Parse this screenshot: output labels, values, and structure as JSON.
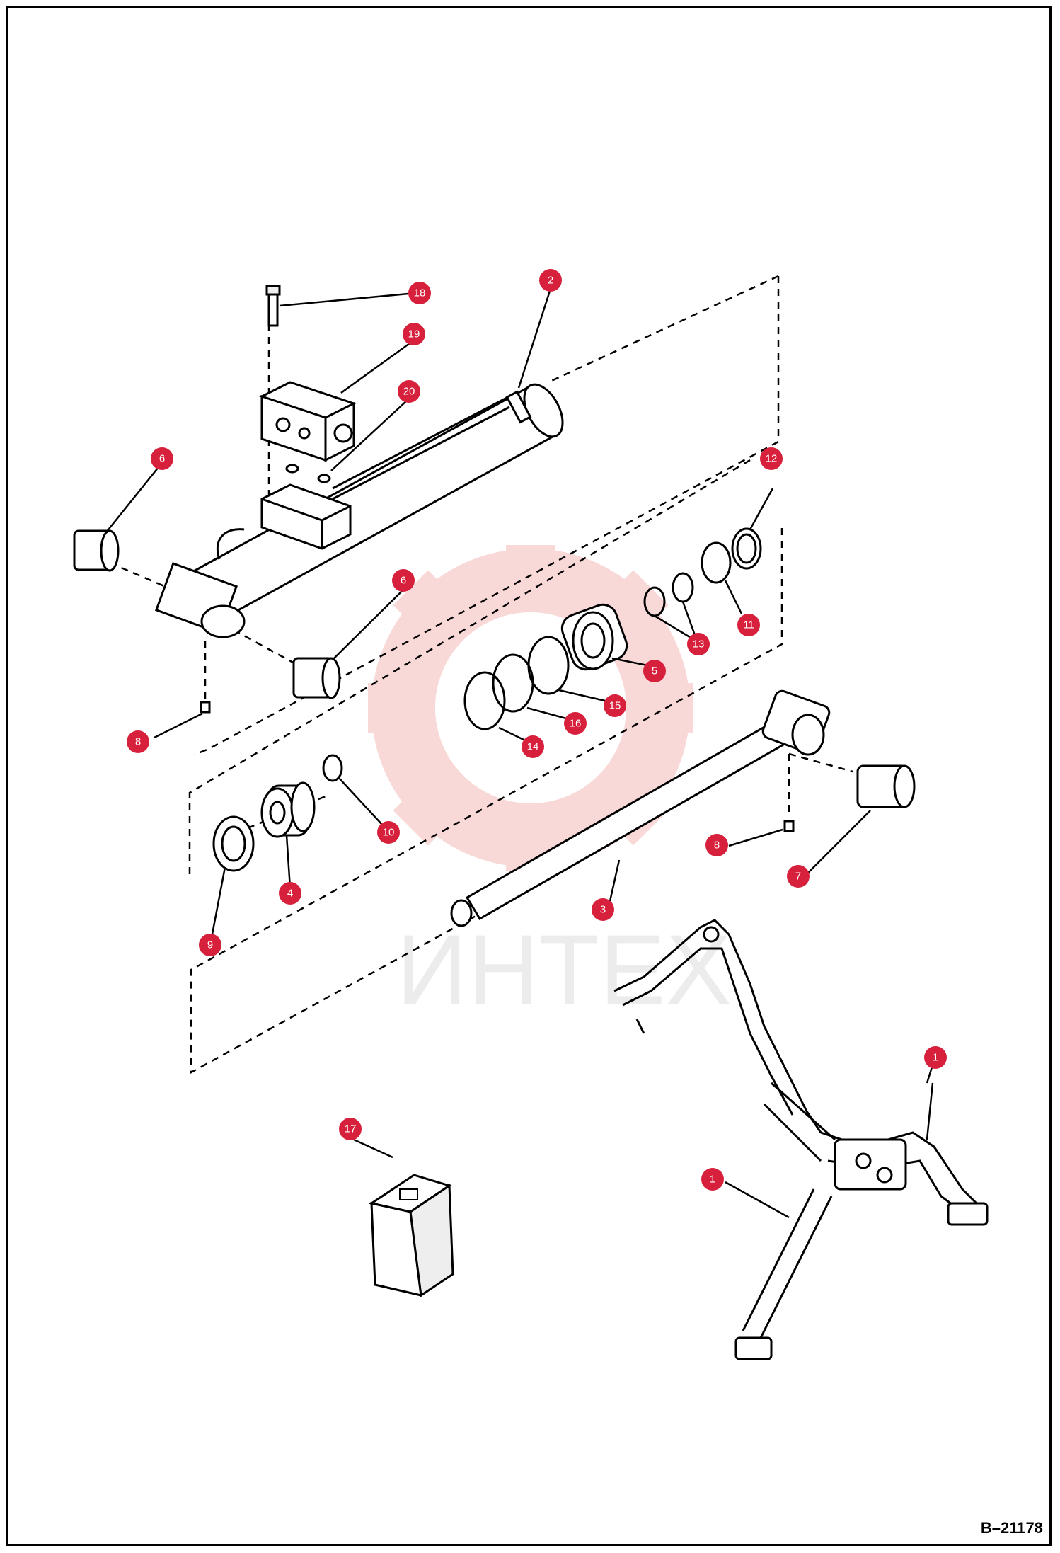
{
  "drawing_id": "B–21178",
  "watermark": "ИНТЕХ",
  "accent_color": "#d6203c",
  "callouts": [
    {
      "id": "18",
      "label": "18"
    },
    {
      "id": "2",
      "label": "2"
    },
    {
      "id": "19",
      "label": "19"
    },
    {
      "id": "20",
      "label": "20"
    },
    {
      "id": "6a",
      "label": "6"
    },
    {
      "id": "12",
      "label": "12"
    },
    {
      "id": "6b",
      "label": "6"
    },
    {
      "id": "11",
      "label": "11"
    },
    {
      "id": "13",
      "label": "13"
    },
    {
      "id": "5",
      "label": "5"
    },
    {
      "id": "15",
      "label": "15"
    },
    {
      "id": "16",
      "label": "16"
    },
    {
      "id": "14",
      "label": "14"
    },
    {
      "id": "8a",
      "label": "8"
    },
    {
      "id": "10",
      "label": "10"
    },
    {
      "id": "8b",
      "label": "8"
    },
    {
      "id": "7",
      "label": "7"
    },
    {
      "id": "4",
      "label": "4"
    },
    {
      "id": "3",
      "label": "3"
    },
    {
      "id": "9",
      "label": "9"
    },
    {
      "id": "1a",
      "label": "1"
    },
    {
      "id": "17",
      "label": "17"
    },
    {
      "id": "1b",
      "label": "1"
    }
  ]
}
